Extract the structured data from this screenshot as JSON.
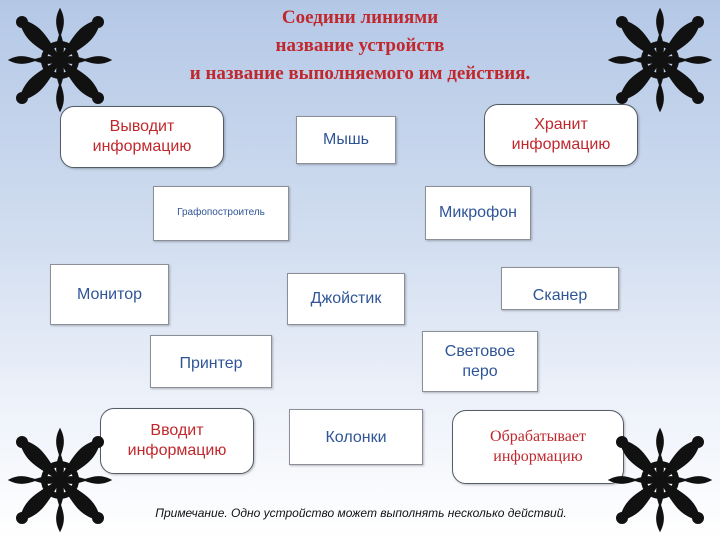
{
  "title": {
    "line1": "Соедини линиями",
    "line2": "название устройств",
    "line3": "и название выполняемого им действия."
  },
  "actions": {
    "output": "Выводит информацию",
    "store": "Хранит информацию",
    "input": "Вводит информацию",
    "process": "Обрабатывает информацию"
  },
  "devices": {
    "mouse": "Мышь",
    "plotter": "Графопостроитель",
    "microphone": "Микрофон",
    "monitor": "Монитор",
    "joystick": "Джойстик",
    "scanner": "Сканер",
    "printer": "Принтер",
    "light_pen": "Световое перо",
    "speakers": "Колонки"
  },
  "note": "Примечание. Одно устройство может выполнять несколько действий.",
  "colors": {
    "title": "#c0282d",
    "device_text": "#2f5597",
    "ornament": "#111111"
  },
  "icons": [
    "corner-ornament-icon"
  ]
}
